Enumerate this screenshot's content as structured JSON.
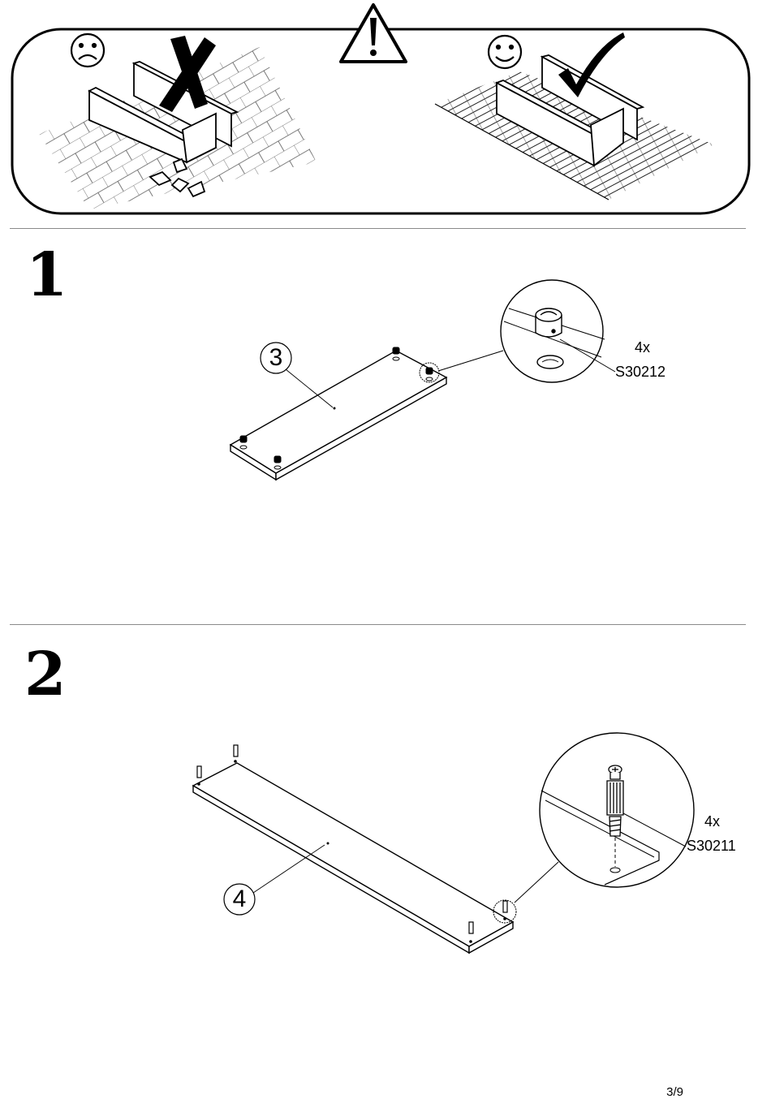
{
  "warning": {
    "bad_face_icon": "sad-face-icon",
    "good_face_icon": "smiley-face-icon",
    "warning_icon": "warning-triangle-icon",
    "cross_icon": "cross-mark-icon",
    "check_icon": "check-mark-icon"
  },
  "steps": [
    {
      "number": "1",
      "part_callout": "3",
      "hardware_qty": "4x",
      "hardware_code": "S30212"
    },
    {
      "number": "2",
      "part_callout": "4",
      "hardware_qty": "4x",
      "hardware_code": "S30211"
    }
  ],
  "page_number": "3/9"
}
